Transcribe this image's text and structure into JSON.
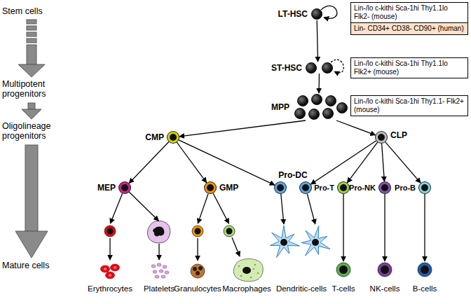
{
  "diagram": {
    "nodes": [
      {
        "text": [
          "LT-HSC"
        ]
      },
      {
        "text": [
          "Lin-/lo c-kithi Sca-1hi Thy1.1lo Flk2- (mouse)"
        ]
      },
      {
        "text": [
          "Lin- CD34+ CD38- CD90+ (human)"
        ]
      },
      {
        "text": [
          "ST-HSC"
        ]
      },
      {
        "text": [
          "Lin-/lo c-kithi Sca-1hi Thy1.1lo Flk2+ (mouse)"
        ]
      },
      {
        "text": [
          "MPP"
        ]
      },
      {
        "text": [
          "Lin-/lo c-kithi Sca-1hi Thy1.1- Flk2+ (mouse)"
        ]
      },
      {
        "text": [
          "CMP"
        ]
      },
      {
        "text": [
          "CLP"
        ]
      },
      {
        "text": [
          "Pro-DC"
        ]
      },
      {
        "text": [
          "MEP"
        ]
      },
      {
        "text": [
          "GMP"
        ]
      },
      {
        "text": [
          "Pro-T"
        ]
      },
      {
        "text": [
          "Pro-NK"
        ]
      },
      {
        "text": [
          "Pro-B"
        ]
      },
      {
        "text": [
          "Erythrocytes"
        ]
      },
      {
        "text": [
          "Platelets"
        ]
      },
      {
        "text": [
          "Granulocytes"
        ]
      },
      {
        "text": [
          "Macrophages"
        ]
      },
      {
        "text": [
          "Dendritic-cells"
        ]
      },
      {
        "text": [
          "T-cells"
        ]
      },
      {
        "text": [
          "NK-cells"
        ]
      },
      {
        "text": [
          "B-cells"
        ]
      }
    ],
    "edges": [
      {
        "from": 0,
        "to": 0,
        "arrow": "to"
      },
      {
        "from": 0,
        "to": 3,
        "arrow": "to"
      },
      {
        "from": 3,
        "to": 3,
        "arrow": "to"
      },
      {
        "from": 3,
        "to": 5,
        "arrow": "to"
      },
      {
        "from": 5,
        "to": 7,
        "arrow": "to"
      },
      {
        "from": 5,
        "to": 8,
        "arrow": "to"
      },
      {
        "from": 7,
        "to": 10,
        "arrow": "to"
      },
      {
        "from": 7,
        "to": 11,
        "arrow": "to"
      },
      {
        "from": 7,
        "to": 9,
        "arrow": "to"
      },
      {
        "from": 8,
        "to": 9,
        "arrow": "to"
      },
      {
        "from": 8,
        "to": 12,
        "arrow": "to"
      },
      {
        "from": 8,
        "to": 13,
        "arrow": "to"
      },
      {
        "from": 8,
        "to": 14,
        "arrow": "to"
      },
      {
        "from": 10,
        "to": 15,
        "arrow": "to"
      },
      {
        "from": 10,
        "to": 16,
        "arrow": "to"
      },
      {
        "from": 11,
        "to": 17,
        "arrow": "to"
      },
      {
        "from": 11,
        "to": 18,
        "arrow": "to"
      },
      {
        "from": 9,
        "to": 19,
        "arrow": "to"
      },
      {
        "from": 9,
        "to": 19,
        "arrow": "to"
      },
      {
        "from": 12,
        "to": 20,
        "arrow": "to"
      },
      {
        "from": 13,
        "to": 21,
        "arrow": "to"
      },
      {
        "from": 14,
        "to": 22,
        "arrow": "to"
      }
    ],
    "labels": [
      "Stem cells",
      "Multipotent progenitors",
      "Oligolineage progenitors",
      "Mature cells"
    ]
  }
}
